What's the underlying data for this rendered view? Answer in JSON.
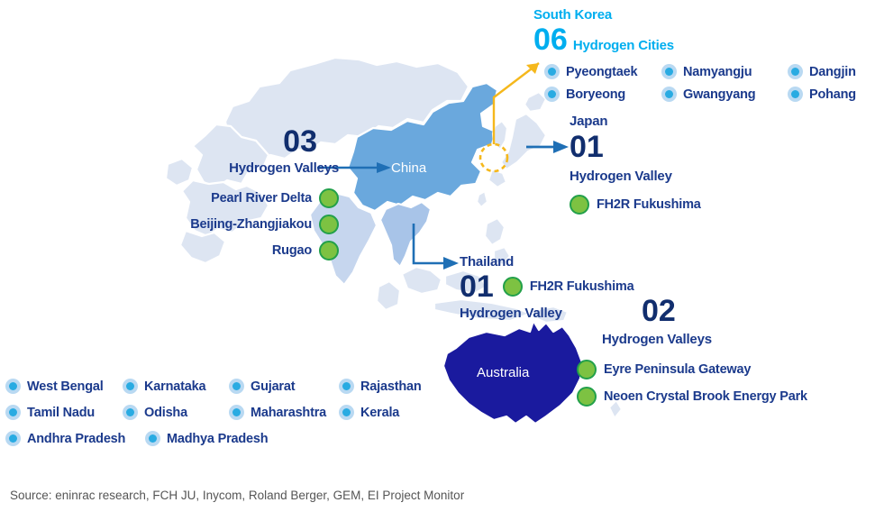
{
  "colors": {
    "navy_text": "#1B3A8C",
    "dark_navy_num": "#112E6E",
    "cyan": "#00AEEF",
    "green_dot_fill": "#7DC242",
    "green_dot_ring": "#22A04A",
    "blue_dot_core": "#29ABE2",
    "blue_dot_ring": "#B9D9F2",
    "china_fill": "#6AA8DD",
    "australia_fill": "#1A1A9E",
    "land_fill": "#DDE5F2",
    "thailand_fill": "#A8C4E8",
    "india_fill": "#C6D6EE",
    "arrow_blue": "#1F6FB5",
    "arrow_yellow": "#F5B81C",
    "source_grey": "#555555"
  },
  "map": {
    "china_label": "China",
    "australia_label": "Australia"
  },
  "regions": {
    "china": {
      "count": "03",
      "unit": "Hydrogen Valleys",
      "country": "China",
      "valleys": [
        "Pearl River Delta",
        "Beijing-Zhangjiakou",
        "Rugao"
      ]
    },
    "south_korea": {
      "country": "South Korea",
      "count": "06",
      "unit": "Hydrogen Cities",
      "cities": [
        "Pyeongtaek",
        "Namyangju",
        "Dangjin",
        "Boryeong",
        "Gwangyang",
        "Pohang"
      ]
    },
    "japan": {
      "country": "Japan",
      "count": "01",
      "unit": "Hydrogen Valley",
      "valleys": [
        "FH2R Fukushima"
      ]
    },
    "thailand": {
      "country": "Thailand",
      "count": "01",
      "unit": "Hydrogen Valley",
      "valleys": [
        "FH2R Fukushima"
      ]
    },
    "australia": {
      "country": "Australia",
      "count": "02",
      "unit": "Hydrogen Valleys",
      "valleys": [
        "Eyre Peninsula Gateway",
        "Neoen Crystal Brook Energy Park"
      ]
    }
  },
  "india_legend": {
    "rows": [
      [
        "West Bengal",
        "Karnataka",
        "Gujarat",
        "Rajasthan"
      ],
      [
        "Tamil Nadu",
        "Odisha",
        "Maharashtra",
        "Kerala"
      ],
      [
        "Andhra Pradesh",
        "Madhya Pradesh"
      ]
    ]
  },
  "source": "Source: eninrac research, FCH JU, Inycom, Roland Berger, GEM, EI Project Monitor"
}
